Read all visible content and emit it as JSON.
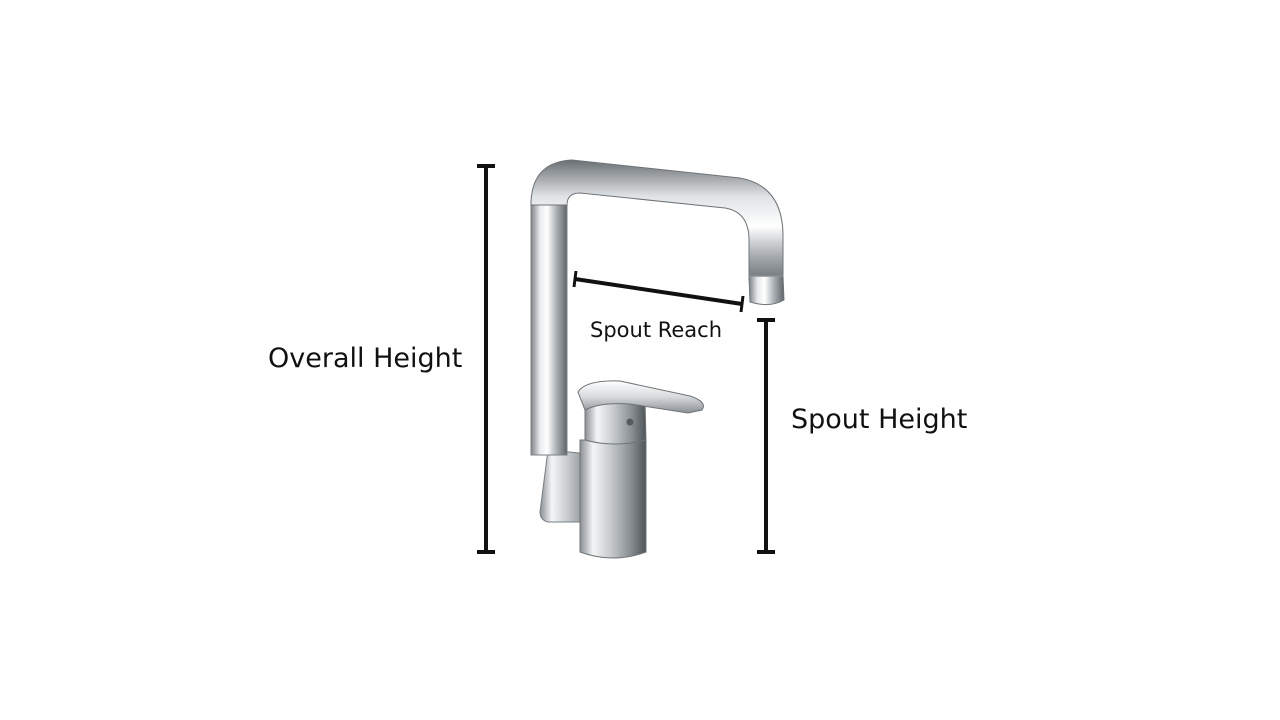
{
  "diagram": {
    "labels": {
      "overall_height": "Overall Height",
      "spout_reach": "Spout Reach",
      "spout_height": "Spout Height"
    },
    "subject_icon": "kitchen-faucet-icon",
    "colors": {
      "background": "#ffffff",
      "lines": "#111111",
      "chrome_dark": "#6f7478",
      "chrome_light": "#eef0f1"
    }
  }
}
